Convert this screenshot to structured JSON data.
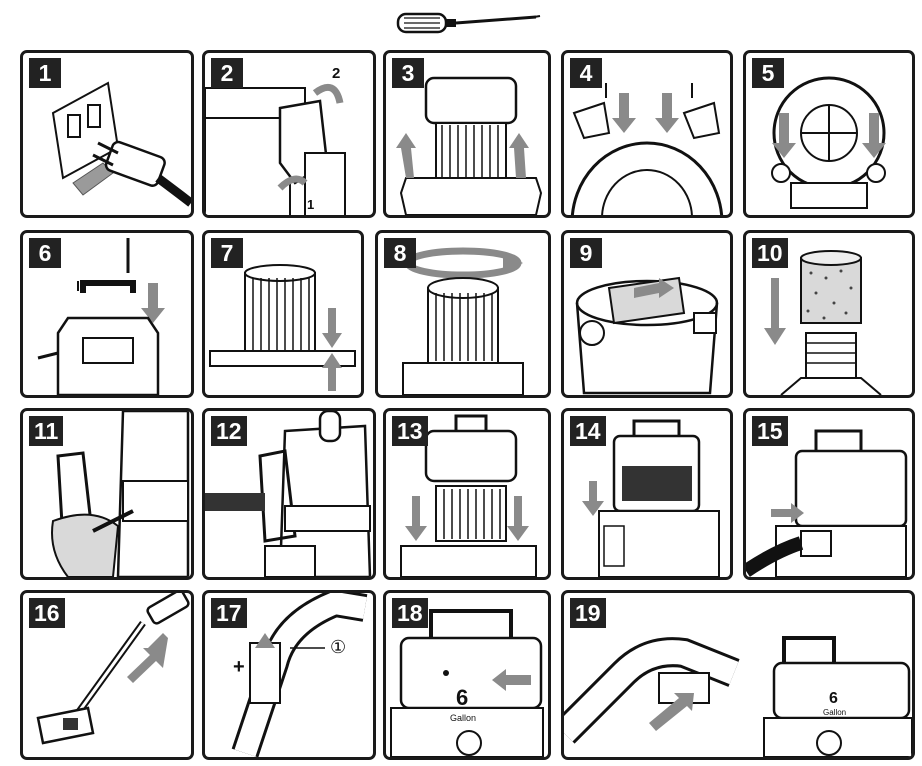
{
  "steps": [
    {
      "number": "1",
      "kind": "unplug",
      "label": ""
    },
    {
      "number": "2",
      "kind": "release-latches",
      "label": "2",
      "sublabel": "1"
    },
    {
      "number": "3",
      "kind": "lift-head",
      "label": ""
    },
    {
      "number": "4",
      "kind": "caster-screws",
      "label": ""
    },
    {
      "number": "5",
      "kind": "attach-casters",
      "label": ""
    },
    {
      "number": "6",
      "kind": "attach-handle",
      "label": ""
    },
    {
      "number": "7",
      "kind": "filter-seat",
      "label": ""
    },
    {
      "number": "8",
      "kind": "twist-filter",
      "label": ""
    },
    {
      "number": "9",
      "kind": "insert-bag",
      "label": ""
    },
    {
      "number": "10",
      "kind": "foam-sleeve",
      "label": ""
    },
    {
      "number": "11",
      "kind": "cord-wrap",
      "label": ""
    },
    {
      "number": "12",
      "kind": "cord-storage",
      "label": ""
    },
    {
      "number": "13",
      "kind": "lower-head",
      "label": ""
    },
    {
      "number": "14",
      "kind": "close-latches",
      "label": ""
    },
    {
      "number": "15",
      "kind": "connect-hose",
      "label": ""
    },
    {
      "number": "16",
      "kind": "wand-assembly",
      "label": ""
    },
    {
      "number": "17",
      "kind": "hose-handle",
      "label": "①",
      "sublabel": "+"
    },
    {
      "number": "18",
      "kind": "front-inlet",
      "label": "6",
      "sublabel": "Gallon"
    },
    {
      "number": "19",
      "kind": "blower-port",
      "label": "6",
      "sublabel": "Gallon"
    }
  ],
  "colors": {
    "ink": "#1a1a1a",
    "arrow": "#8a8a8a",
    "fill": "#d9d9d9",
    "badge": "#222222"
  },
  "icons": {
    "tool": "screwdriver-icon"
  }
}
